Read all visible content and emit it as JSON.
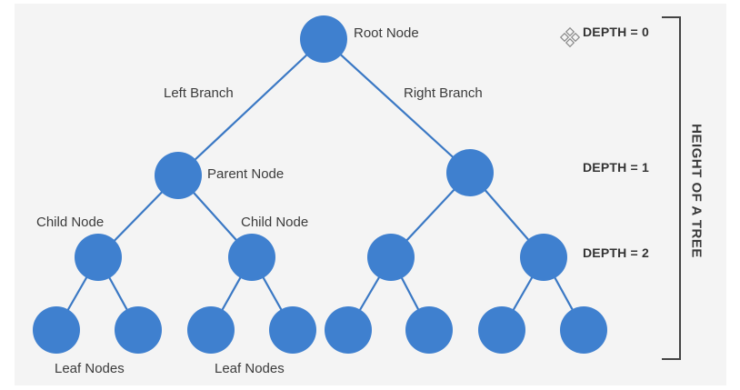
{
  "diagram": {
    "labels": {
      "root": "Root Node",
      "left_branch": "Left Branch",
      "right_branch": "Right Branch",
      "parent": "Parent Node",
      "child_left": "Child Node",
      "child_right": "Child Node",
      "leaf_left": "Leaf Nodes",
      "leaf_right": "Leaf Nodes"
    },
    "depths": [
      "DEPTH = 0",
      "DEPTH = 1",
      "DEPTH = 2"
    ],
    "height_label": "HEIGHT OF A TREE",
    "colors": {
      "node": "#3f80cf",
      "edge": "#3a78c4",
      "text": "#3b3b3b",
      "panel": "#f4f4f4"
    }
  }
}
